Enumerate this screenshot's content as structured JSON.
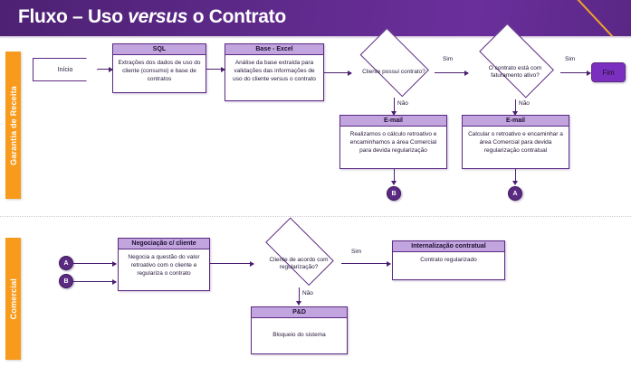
{
  "header": {
    "title_part1": "Fluxo – Uso ",
    "title_italic": "versus",
    "title_part2": " o Contrato",
    "accent_color": "#f0a22a",
    "background_color": "#5f2a8c"
  },
  "lanes": [
    {
      "label": "Garantia de Receita",
      "color": "#f89a1c"
    },
    {
      "label": "Comercial",
      "color": "#f89a1c"
    }
  ],
  "lane1": {
    "start": {
      "label": "Início"
    },
    "sql": {
      "title": "SQL",
      "body": "Extrações dos dados de uso do cliente (consumo) e base de contratos"
    },
    "excel": {
      "title": "Base - Excel",
      "body": "Análise da base extraída para validações das informações de uso do cliente versus o contrato"
    },
    "decision1": {
      "text": "Cliente possui contrato?",
      "yes": "Sim",
      "no": "Não"
    },
    "decision2": {
      "text": "O contrato está com faturamento ativo?",
      "yes": "Sim",
      "no": "Não"
    },
    "end": {
      "label": "Fim"
    },
    "email1": {
      "title": "E-mail",
      "body": "Realizamos o cálculo retroativo e encaminhamos a área Comercial para devida regularização"
    },
    "email2": {
      "title": "E-mail",
      "body": "Calcular o retroativo e encaminhar a área Comercial para devida regularização contratual"
    },
    "connector_b": {
      "label": "B"
    },
    "connector_a": {
      "label": "A"
    }
  },
  "lane2": {
    "connector_a_in": {
      "label": "A"
    },
    "connector_b_in": {
      "label": "B"
    },
    "negociacao": {
      "title": "Negociação c/ cliente",
      "body": "Negocia a questão do valor retroativo com o cliente e regulariza o contrato"
    },
    "decision3": {
      "text": "Cliente de acordo com regularização?",
      "yes": "Sim",
      "no": "Não"
    },
    "internalizacao": {
      "title": "Internalização contratual",
      "body": "Contrato regularizado"
    },
    "ped": {
      "title": "P&D",
      "body": "Bloqueio do sistema"
    }
  }
}
